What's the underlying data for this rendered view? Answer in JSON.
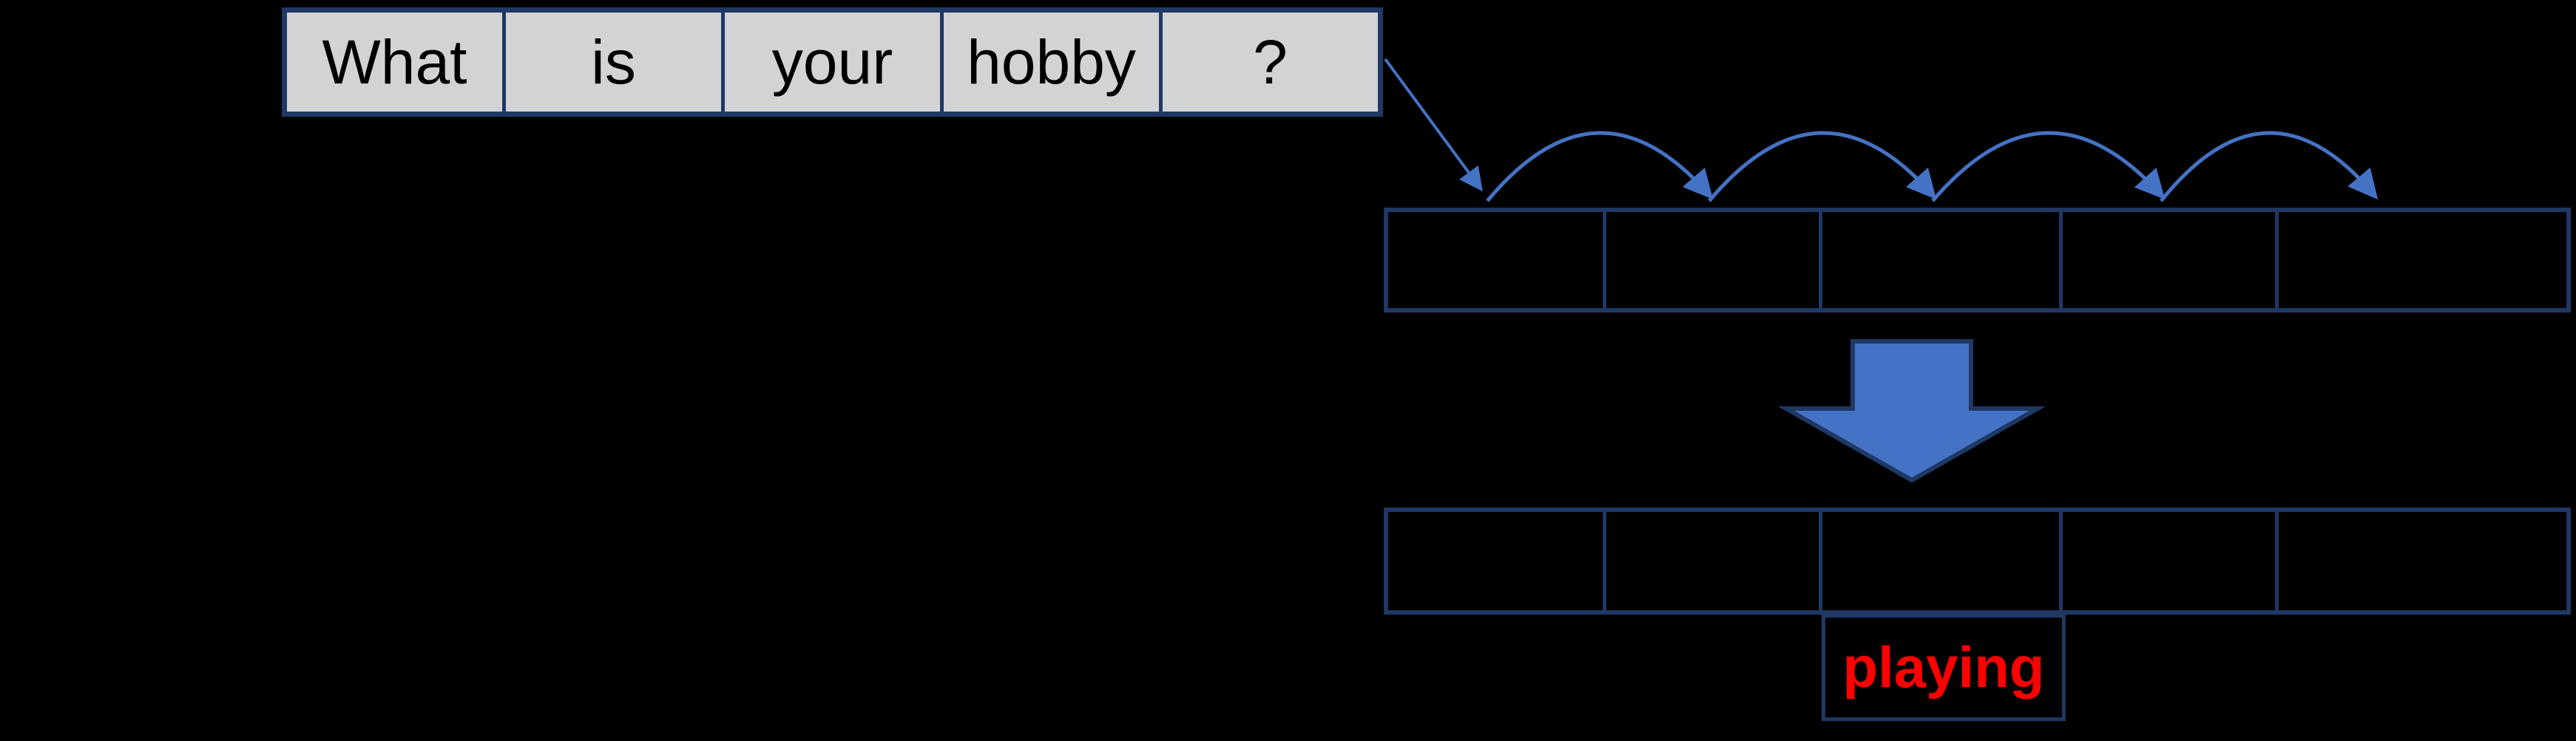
{
  "diagram": {
    "description": "Sequence-to-word diagram: input sentence tokens are read step by step into a vector row, transformed, and decoded into the output word",
    "background_color": "#000000",
    "colors": {
      "table_border": "#1f3864",
      "input_cell_fill": "#d3d3d5",
      "word_text": "#000000",
      "arrow_blue": "#4472c4",
      "output_text": "#ff0000"
    },
    "input_sentence": {
      "words": [
        "What",
        "is",
        "your",
        "hobby",
        "?"
      ]
    },
    "encoder_row": {
      "cell_count": "5",
      "cells": [
        "",
        "",
        "",
        "",
        ""
      ]
    },
    "decoder_row": {
      "cell_count": "5",
      "cells": [
        "",
        "",
        "",
        "",
        ""
      ]
    },
    "output": {
      "label": "playing"
    },
    "icons": {
      "input_to_row_arrow": "diagonal-line-arrow",
      "hop_arcs": "four-curved-hop-arrows",
      "transform_arrow": "big-block-down-arrow"
    }
  }
}
